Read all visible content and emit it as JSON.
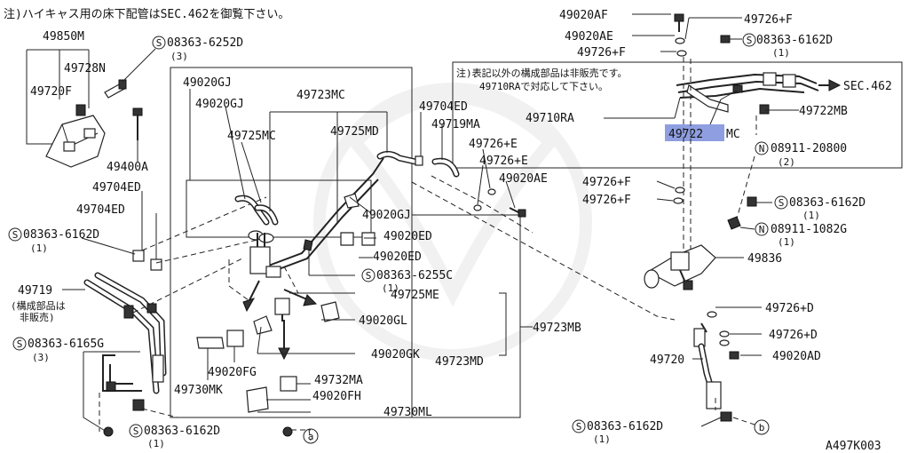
{
  "notes": {
    "top_left": "注)ハイキャス用の床下配管はSEC.462を御覧下さい。",
    "box_line1": "注)表記以外の構成部品は非販売です。",
    "box_line2": "49710RAで対応して下さい。"
  },
  "labels": {
    "p49850M": "49850M",
    "p08363_6252D": "08363-6252D",
    "q3a": "(3)",
    "p49728N": "49728N",
    "p49720F": "49720F",
    "p49400A": "49400A",
    "p49704ED_a": "49704ED",
    "p49704ED_b": "49704ED",
    "p08363_6162D_a": "08363-6162D",
    "q1a": "(1)",
    "p49719": "49719",
    "p49719_note1": "(構成部品は",
    "p49719_note2": "非販売)",
    "p08363_6165G": "08363-6165G",
    "q3b": "(3)",
    "p08363_6162D_b": "08363-6162D",
    "q1b": "(1)",
    "p49020GJ_a": "49020GJ",
    "p49020GJ_b": "49020GJ",
    "p49723MC": "49723MC",
    "p49725MC": "49725MC",
    "p49725MD": "49725MD",
    "p49704ED_c": "49704ED",
    "p49719MA": "49719MA",
    "p49726E_a": "49726+E",
    "p49726E_b": "49726+E",
    "p49020AE_a": "49020AE",
    "p49020GJ_c": "49020GJ",
    "p49020ED_a": "49020ED",
    "p49020ED_b": "49020ED",
    "p08363_6255C": "08363-6255C",
    "q1c": "(1)",
    "p49725ME": "49725ME",
    "p49020GL": "49020GL",
    "p49723MB": "49723MB",
    "p49020GK": "49020GK",
    "p49723MD": "49723MD",
    "p49020FG": "49020FG",
    "p49730MK": "49730MK",
    "p49732MA": "49732MA",
    "p49020FH": "49020FH",
    "p49730ML": "49730ML",
    "p49020AF": "49020AF",
    "p49726F_a": "49726+F",
    "p49020AE_b": "49020AE",
    "p49726F_b": "49726+F",
    "p08363_6162D_c": "08363-6162D",
    "q1d": "(1)",
    "sec462": "SEC.462",
    "p49710RA": "49710RA",
    "p49722MB": "49722MB",
    "p49722": "49722",
    "mc": "MC",
    "p08911_20800": "08911-20800",
    "q2": "(2)",
    "p49726F_c": "49726+F",
    "p49726F_d": "49726+F",
    "p08363_6162D_d": "08363-6162D",
    "q1e": "(1)",
    "p08911_1082G": "08911-1082G",
    "q1f": "(1)",
    "p49836": "49836",
    "p49726D_a": "49726+D",
    "p49726D_b": "49726+D",
    "p49720": "49720",
    "p49020AD": "49020AD",
    "p08363_6162D_e": "08363-6162D",
    "q1g": "(1)",
    "ref_a": "a",
    "ref_b": "b",
    "diagram_code": "A497K003"
  },
  "prefix": {
    "S": "S",
    "N": "N"
  },
  "colors": {
    "highlight": "#8f9ee0",
    "ink": "#222222"
  }
}
